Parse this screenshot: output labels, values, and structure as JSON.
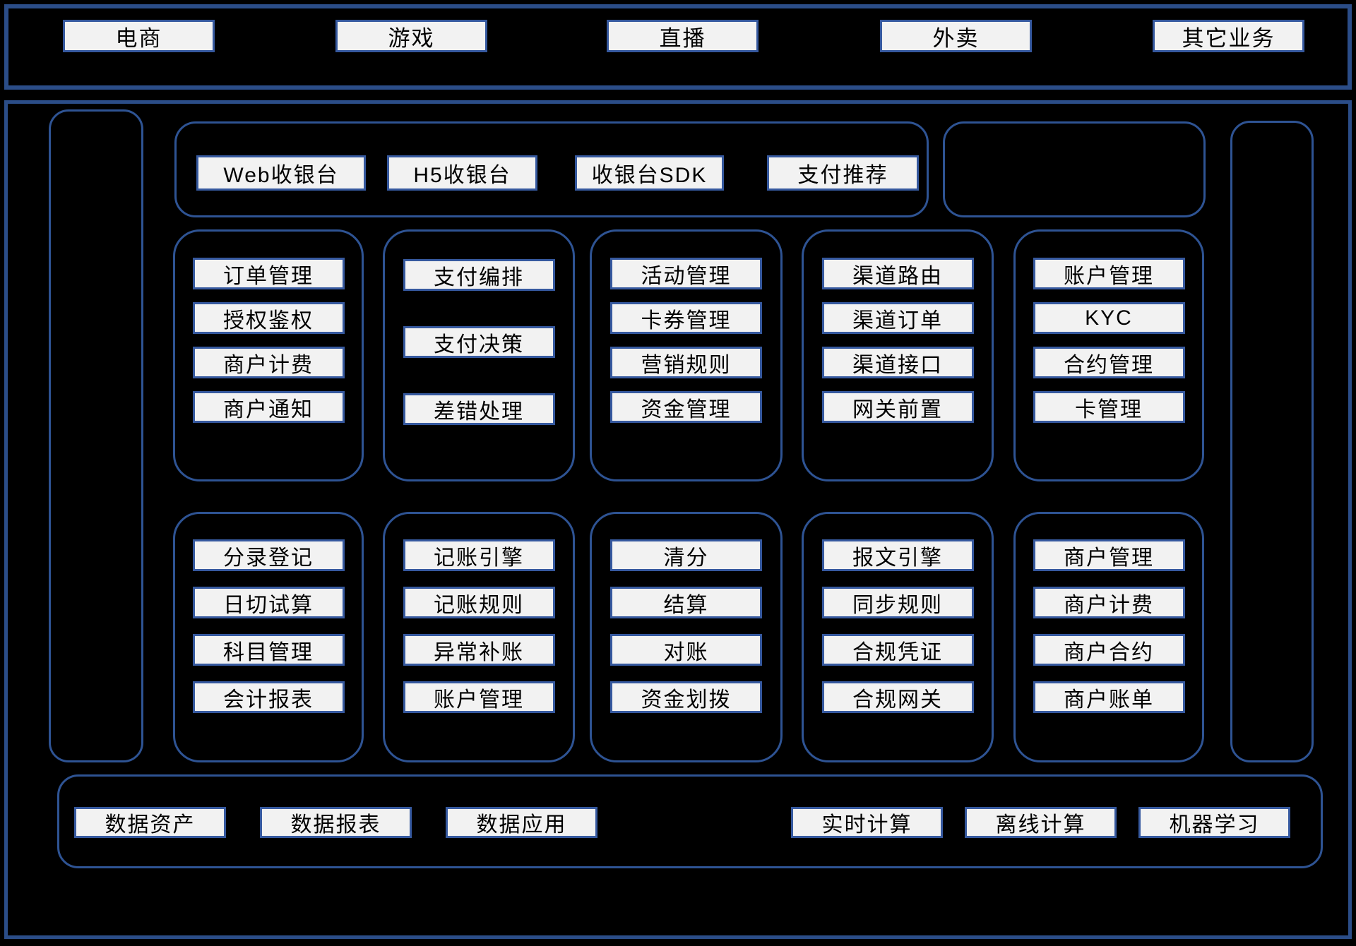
{
  "colors": {
    "background": "#000000",
    "outer_border": "#2b4d88",
    "container_border": "#2e5393",
    "chip_border": "#36599f",
    "chip_bg": "#f2f2f2",
    "text": "#000000"
  },
  "top_bar": {
    "items": [
      "电商",
      "游戏",
      "直播",
      "外卖",
      "其它业务"
    ]
  },
  "products_bar": {
    "items": [
      "Web收银台",
      "H5收银台",
      "收银台SDK",
      "支付推荐"
    ]
  },
  "row1_cards": [
    {
      "items": [
        "订单管理",
        "授权鉴权",
        "商户计费",
        "商户通知"
      ]
    },
    {
      "items": [
        "支付编排",
        "支付决策",
        "差错处理"
      ]
    },
    {
      "items": [
        "活动管理",
        "卡券管理",
        "营销规则",
        "资金管理"
      ]
    },
    {
      "items": [
        "渠道路由",
        "渠道订单",
        "渠道接口",
        "网关前置"
      ]
    },
    {
      "items": [
        "账户管理",
        "KYC",
        "合约管理",
        "卡管理"
      ]
    }
  ],
  "row2_cards": [
    {
      "items": [
        "分录登记",
        "日切试算",
        "科目管理",
        "会计报表"
      ]
    },
    {
      "items": [
        "记账引擎",
        "记账规则",
        "异常补账",
        "账户管理"
      ]
    },
    {
      "items": [
        "清分",
        "结算",
        "对账",
        "资金划拨"
      ]
    },
    {
      "items": [
        "报文引擎",
        "同步规则",
        "合规凭证",
        "合规网关"
      ]
    },
    {
      "items": [
        "商户管理",
        "商户计费",
        "商户合约",
        "商户账单"
      ]
    }
  ],
  "data_bar": {
    "left_items": [
      "数据资产",
      "数据报表",
      "数据应用"
    ],
    "right_items": [
      "实时计算",
      "离线计算",
      "机器学习"
    ]
  }
}
